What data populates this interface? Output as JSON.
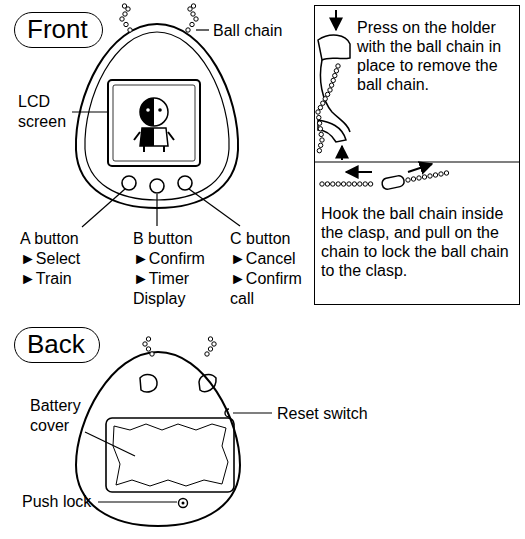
{
  "diagram": {
    "nodes": [
      {
        "text": [
          "Front"
        ]
      },
      {
        "text": [
          "Back"
        ]
      },
      {
        "text": [
          "Press on the holder with the ball chain in place to remove the ball chain.",
          "Hook the ball chain inside the clasp, and pull on the chain to lock the ball chain to the clasp."
        ]
      }
    ],
    "labels": [
      "Ball chain",
      "LCD screen",
      "A button",
      "►Select",
      "►Train",
      "B button",
      "►Confirm",
      "►Timer Display",
      "C button",
      "►Cancel",
      "►Confirm call",
      "Battery cover",
      "Reset switch",
      "Push lock"
    ]
  }
}
